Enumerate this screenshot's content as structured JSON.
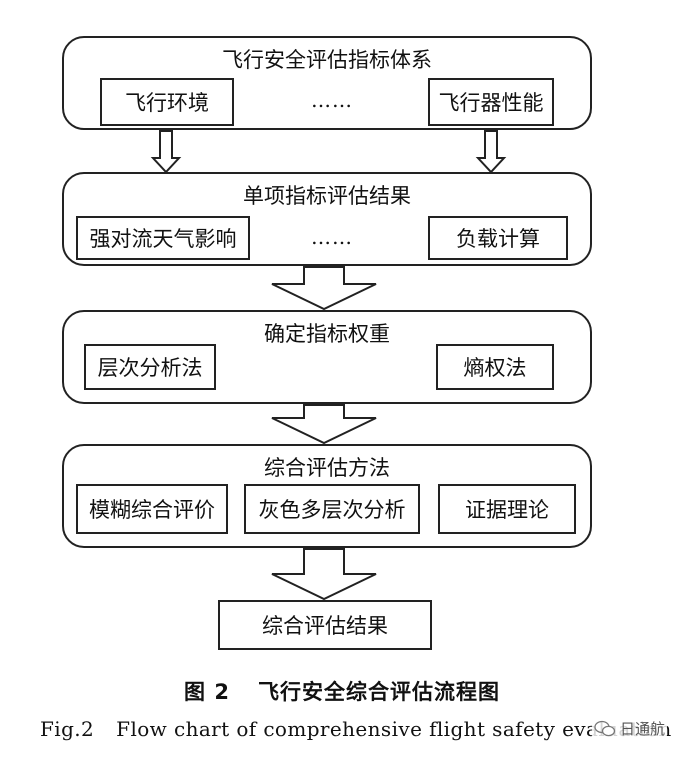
{
  "stages": [
    {
      "title": "飞行安全评估指标体系",
      "items": [
        "飞行环境",
        "飞行器性能"
      ],
      "ellipsis": "……"
    },
    {
      "title": "单项指标评估结果",
      "items": [
        "强对流天气影响",
        "负载计算"
      ],
      "ellipsis": "……"
    },
    {
      "title": "确定指标权重",
      "items": [
        "层次分析法",
        "熵权法"
      ]
    },
    {
      "title": "综合评估方法",
      "items": [
        "模糊综合评价",
        "灰色多层次分析",
        "证据理论"
      ]
    }
  ],
  "result": "综合评估结果",
  "caption": {
    "zh_number": "图 2",
    "zh_title": "飞行安全综合评估流程图",
    "en_number": "Fig.2",
    "en_title": "Flow chart of comprehensive flight safety evaluation"
  },
  "watermark": {
    "text": "日通航",
    "icon": "wechat-icon"
  }
}
